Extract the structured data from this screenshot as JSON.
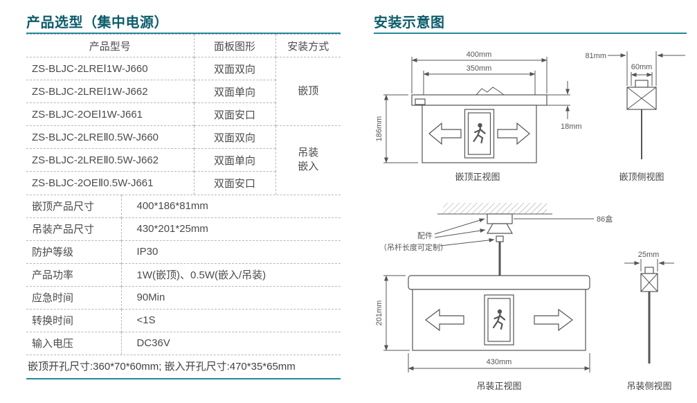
{
  "left": {
    "title": "产品选型（集中电源）",
    "table": {
      "headers": [
        "产品型号",
        "面板图形",
        "安装方式"
      ],
      "rows": [
        {
          "model": "ZS-BLJC-2LREⅠ1W-J660",
          "panel": "双面双向"
        },
        {
          "model": "ZS-BLJC-2LREⅠ1W-J662",
          "panel": "双面单向"
        },
        {
          "model": "ZS-BLJC-2OEⅠ1W-J661",
          "panel": "双面安口"
        },
        {
          "model": "ZS-BLJC-2LREⅡ0.5W-J660",
          "panel": "双面双向"
        },
        {
          "model": "ZS-BLJC-2LREⅡ0.5W-J662",
          "panel": "双面单向"
        },
        {
          "model": "ZS-BLJC-2OEⅡ0.5W-J661",
          "panel": "双面安口"
        }
      ],
      "install_groups": [
        "嵌顶",
        "吊装\n嵌入"
      ]
    },
    "specs": [
      {
        "label": "嵌顶产品尺寸",
        "value": "400*186*81mm"
      },
      {
        "label": "吊装产品尺寸",
        "value": "430*201*25mm"
      },
      {
        "label": "防护等级",
        "value": "IP30"
      },
      {
        "label": "产品功率",
        "value": "1W(嵌顶)、0.5W(嵌入/吊装)"
      },
      {
        "label": "应急时间",
        "value": "90Min"
      },
      {
        "label": "转换时间",
        "value": "<1S"
      },
      {
        "label": "输入电压",
        "value": "DC36V"
      }
    ],
    "footer": "嵌顶开孔尺寸:360*70*60mm; 嵌入开孔尺寸:470*35*65mm"
  },
  "right": {
    "title": "安装示意图",
    "recessed_front": {
      "dim_outer": "400mm",
      "dim_inner": "350mm",
      "dim_height": "186mm",
      "dim_flange": "18mm",
      "caption": "嵌顶正视图"
    },
    "recessed_side": {
      "dim_total": "81mm",
      "dim_body": "60mm",
      "caption": "嵌顶侧视图"
    },
    "hanging_front": {
      "box_label": "86盒",
      "accessory_label": "配件",
      "accessory_note": "（吊杆长度可定制）",
      "dim_height": "201mm",
      "dim_width": "430mm",
      "caption": "吊装正视图"
    },
    "hanging_side": {
      "dim_thickness": "25mm",
      "caption": "吊装侧视图"
    }
  },
  "colors": {
    "accent_teal": "#21879b",
    "title_teal": "#0d5c6a",
    "dashed_line": "#b8b8b8",
    "diagram_line": "#555555",
    "text": "#4a4a4a"
  }
}
